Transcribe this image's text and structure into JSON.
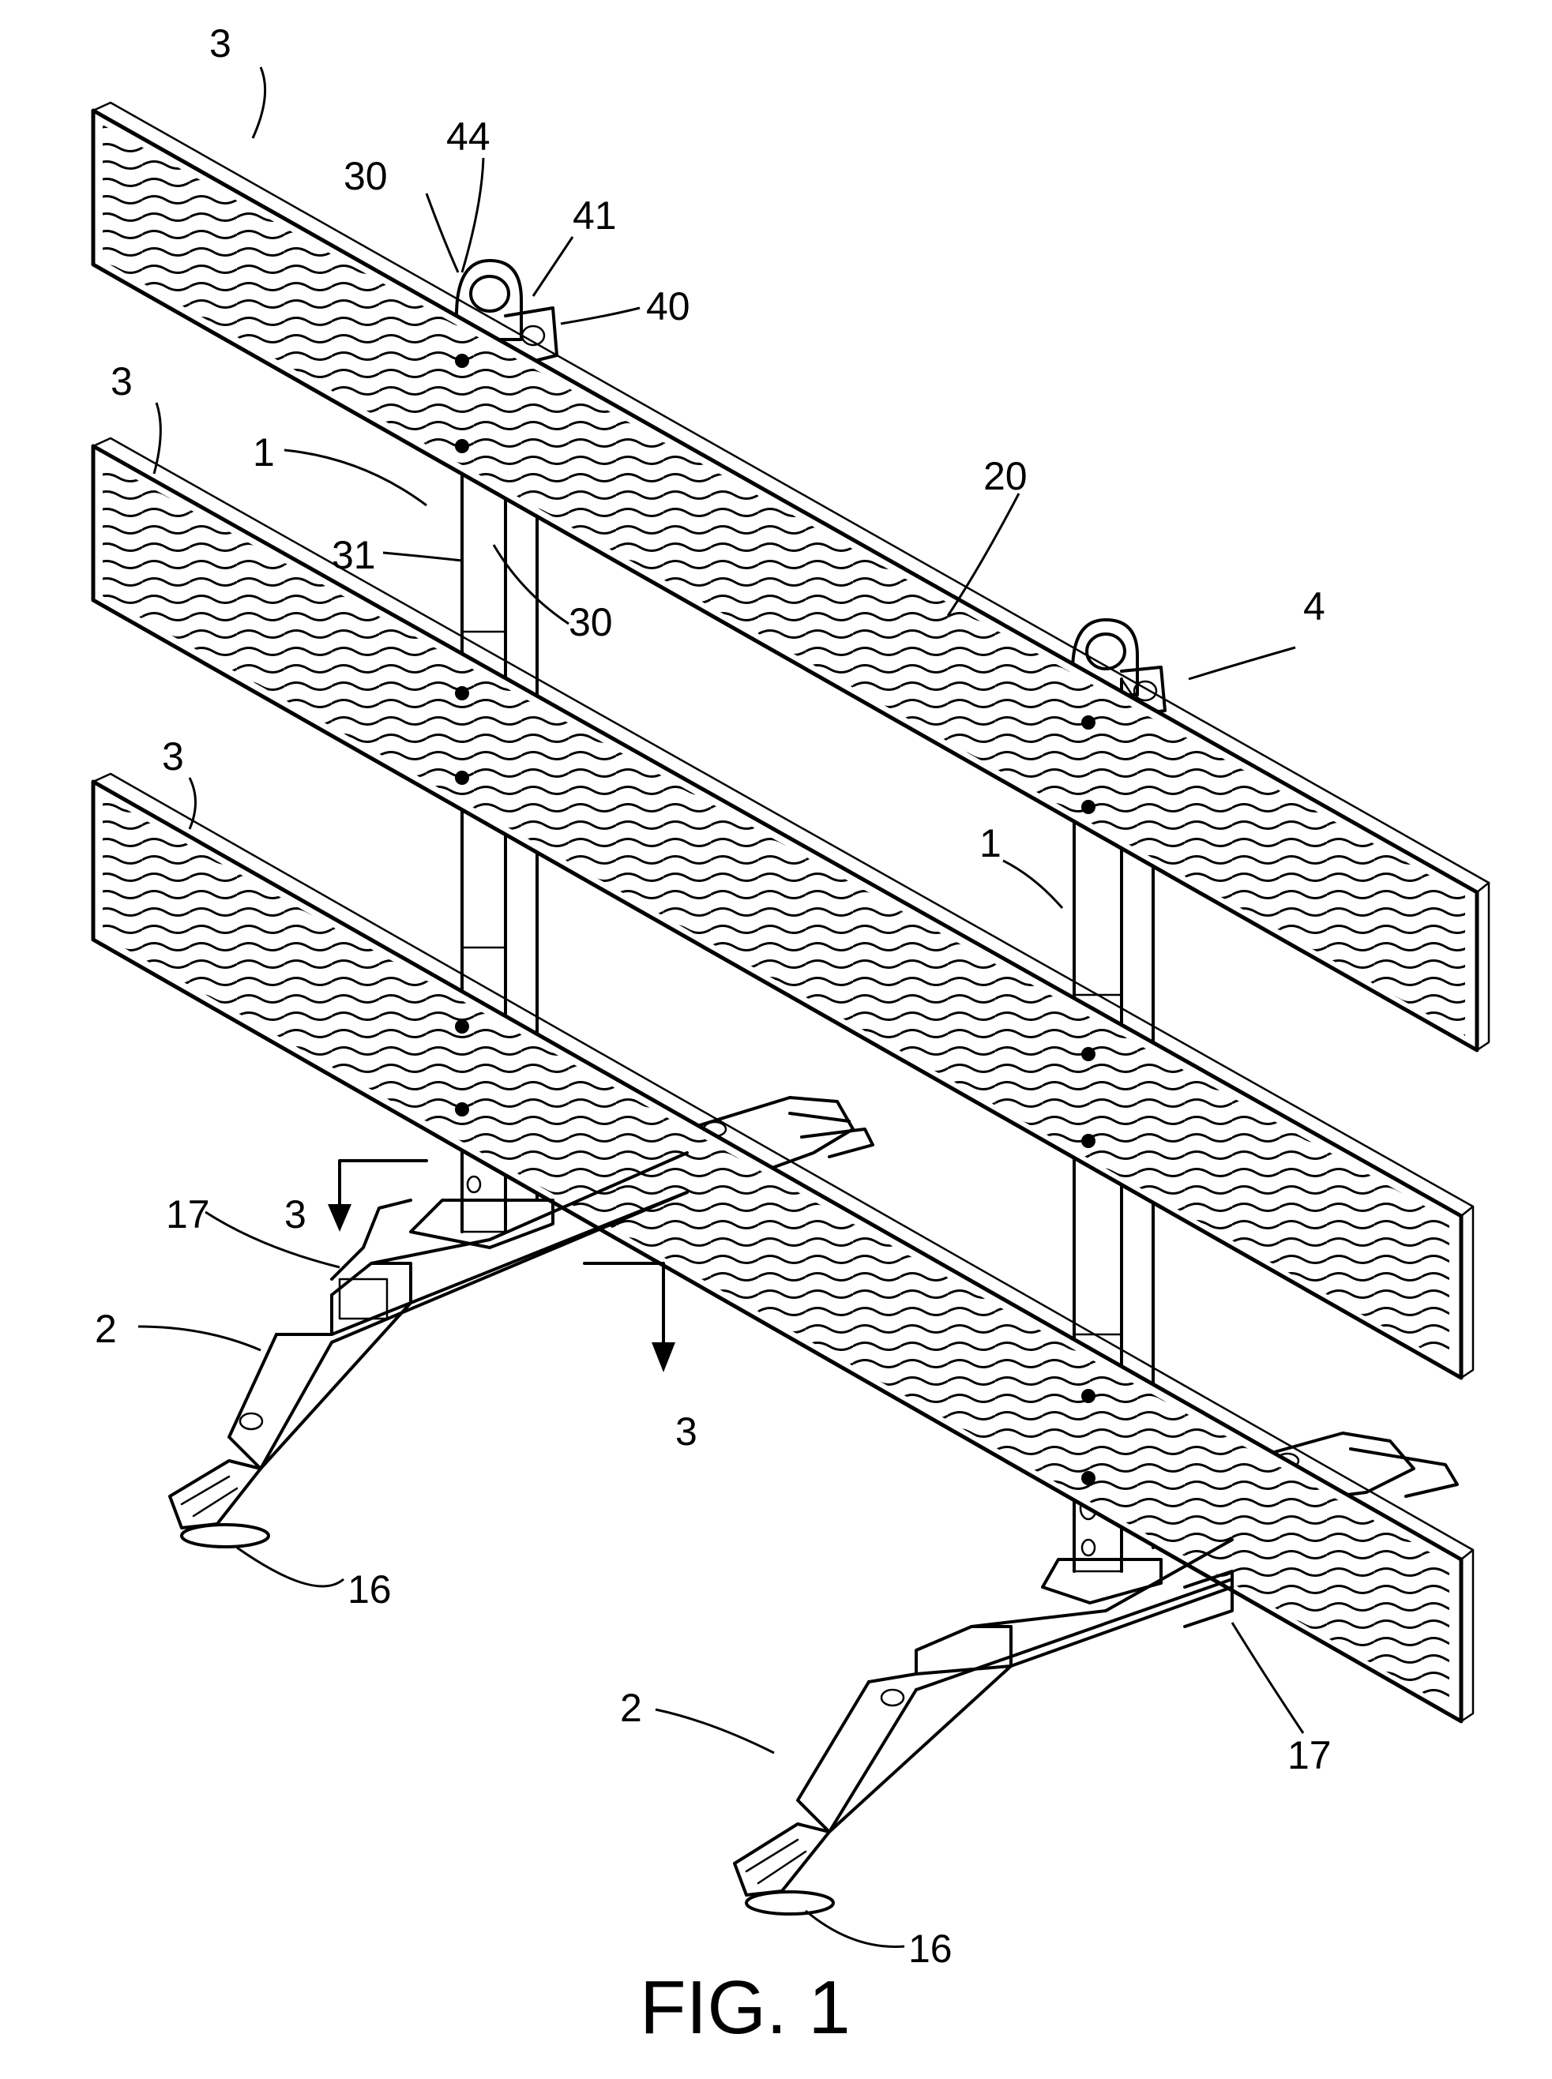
{
  "figure": {
    "caption": "FIG. 1"
  },
  "reference_numerals": {
    "rail_top": "3",
    "rail_middle": "3",
    "rail_bottom": "3",
    "bracket_44": "44",
    "bracket_30_top": "30",
    "bracket_41": "41",
    "bracket_40": "40",
    "post_left": "1",
    "bracket_31": "31",
    "bracket_30_mid": "30",
    "plate_20": "20",
    "assembly_4": "4",
    "post_right": "1",
    "section_left": "3",
    "section_right": "3",
    "pad_17_left": "17",
    "base_left": "2",
    "foot_16_left": "16",
    "base_right": "2",
    "pad_17_right": "17",
    "foot_16_right": "16"
  },
  "colors": {
    "ink": "#000000",
    "paper": "#ffffff"
  }
}
